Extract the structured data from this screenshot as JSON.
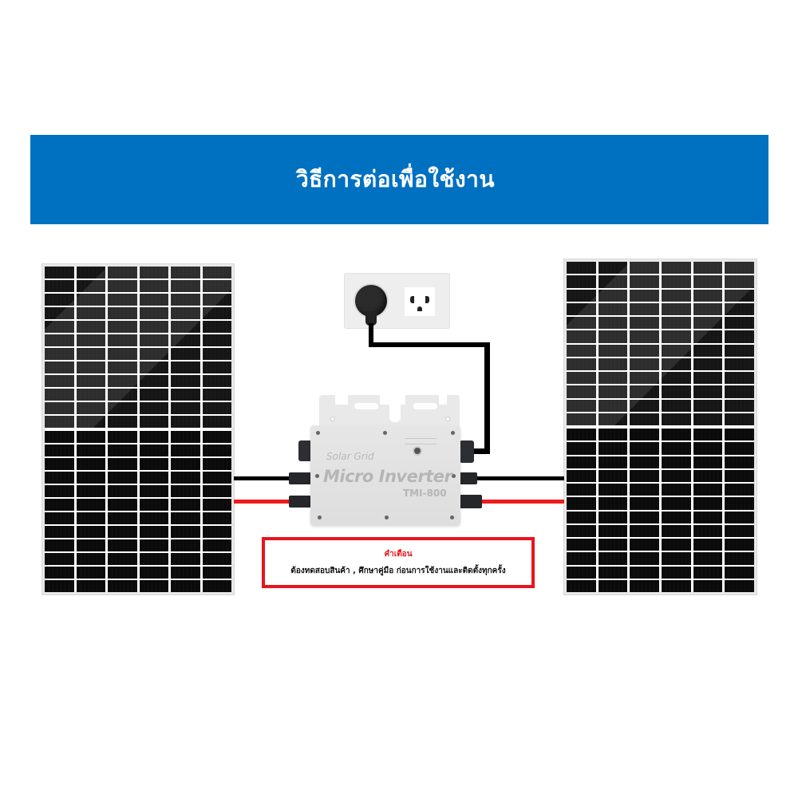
{
  "banner": {
    "title": "วิธีการต่อเพื่อใช้งาน",
    "background_color": "#0070C0"
  },
  "diagram": {
    "left_panel": {
      "label": "solar-panel",
      "columns": 6,
      "rows_per_half": 12,
      "halves": 2
    },
    "right_panel": {
      "label": "solar-panel",
      "columns": 6,
      "rows_per_half": 12,
      "halves": 2
    },
    "wall_socket": {
      "label": "wall-socket-with-plug"
    },
    "inverter": {
      "brand": "Solar Grid",
      "name": "Micro Inverter",
      "model": "TMI-800"
    },
    "wires": {
      "dc_negative_color": "#000000",
      "dc_positive_color": "#EE1C1C",
      "ac_color": "#000000"
    }
  },
  "warning": {
    "title": "คำเตือน",
    "text": "ต้องทดสอบสินค้า , ศึกษาคู่มือ ก่อนการใช้งานและติดตั้งทุกครั้ง",
    "border_color": "#E8141C"
  }
}
